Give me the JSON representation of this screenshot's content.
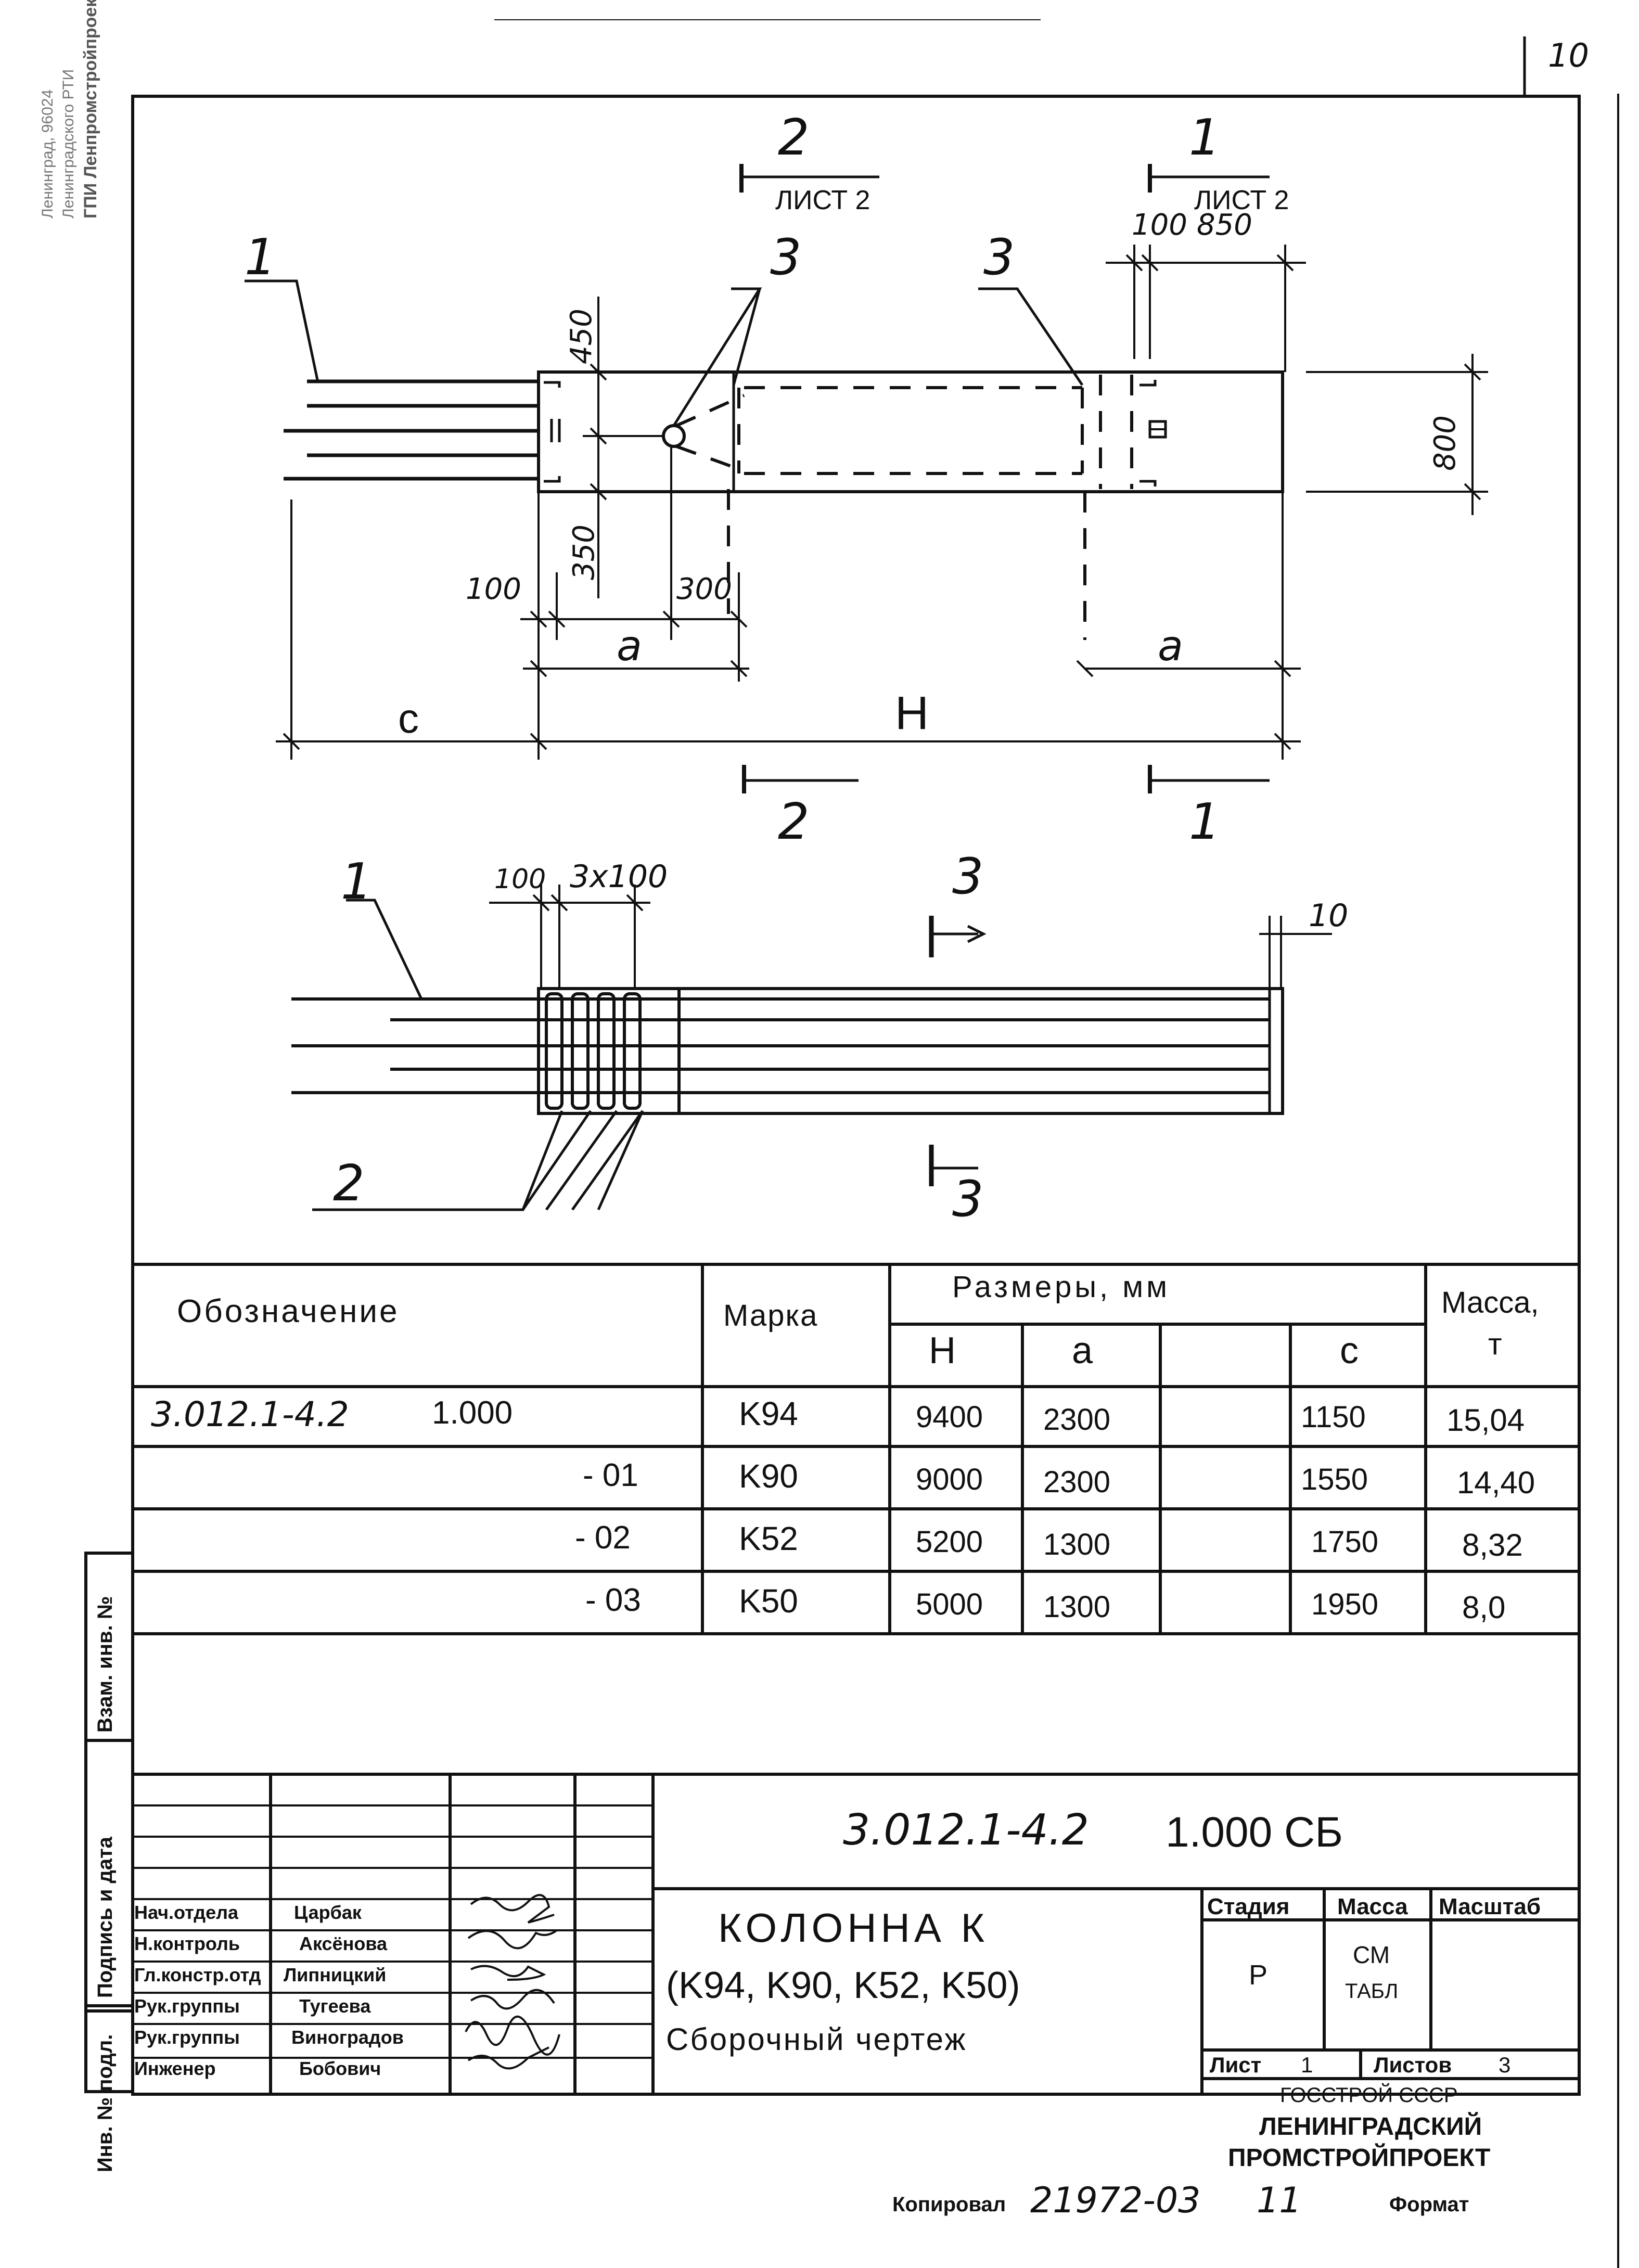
{
  "page_number": "10",
  "side_stamp": {
    "line1": "Ленинград, 96024",
    "line2": "Ленинградского РТИ",
    "line3": "ГПИ Ленпромстройпроект"
  },
  "drawing": {
    "section_2_top": {
      "number": "2",
      "sheet": "ЛИСТ 2"
    },
    "section_1_top": {
      "number": "1",
      "sheet": "ЛИСТ 2"
    },
    "section_2_bottom": "2",
    "section_1_bottom": "1",
    "section_3_top": "3",
    "section_3_bottom": "3",
    "pos_1_top": "1",
    "pos_3_left": "3",
    "pos_3_right": "3",
    "pos_1_bottom": "1",
    "pos_2_bottom": "2",
    "dims": {
      "d100_top": "100",
      "d850": "850",
      "d450": "450",
      "d800": "800",
      "d350": "350",
      "d100_left": "100",
      "d300": "300",
      "a_left": "a",
      "a_right": "a",
      "c": "c",
      "H": "H",
      "d100_plan": "100",
      "d3x100": "3x100",
      "d10": "10"
    }
  },
  "table": {
    "col_designation": "Обозначение",
    "col_mark": "Марка",
    "col_sizes": "Размеры, мм",
    "col_mass": "Масса,",
    "col_mass_unit": "т",
    "sub_H": "H",
    "sub_a": "a",
    "sub_c": "c",
    "rows": [
      {
        "code": "3.012.1-4.2",
        "num": "1.000",
        "mark": "K94",
        "H": "9400",
        "a": "2300",
        "c": "1150",
        "mass": "15,04"
      },
      {
        "code": "",
        "num": "- 01",
        "mark": "K90",
        "H": "9000",
        "a": "2300",
        "c": "1550",
        "mass": "14,40"
      },
      {
        "code": "",
        "num": "- 02",
        "mark": "K52",
        "H": "5200",
        "a": "1300",
        "c": "1750",
        "mass": "8,32"
      },
      {
        "code": "",
        "num": "- 03",
        "mark": "K50",
        "H": "5000",
        "a": "1300",
        "c": "1950",
        "mass": "8,0"
      }
    ]
  },
  "left_margin": {
    "vzam": "Взам. инв. №",
    "podpis": "Подпись и дата",
    "inv": "Инв. № подл."
  },
  "title_block": {
    "doc_code": "3.012.1-4.2",
    "doc_num": "1.000 СБ",
    "title_line1": "КОЛОННА К",
    "title_line2": "(K94, K90, K52, K50)",
    "title_line3": "Сборочный чертеж",
    "stage_label": "Стадия",
    "mass_label": "Масса",
    "scale_label": "Масштаб",
    "stage_value": "Р",
    "mass_value1": "СМ",
    "mass_value2": "ТАБЛ",
    "sheet_label": "Лист",
    "sheet_value": "1",
    "sheets_label": "Листов",
    "sheets_value": "3",
    "org1": "ГОССТРОЙ СССР",
    "org2": "ЛЕНИНГРАДСКИЙ",
    "org3": "ПРОМСТРОЙПРОЕКТ",
    "signers": [
      {
        "role": "Нач.отдела",
        "name": "Царбак"
      },
      {
        "role": "Н.контроль",
        "name": "Аксёнова"
      },
      {
        "role": "Гл.констр.отд",
        "name": "Липницкий"
      },
      {
        "role": "Рук.группы",
        "name": "Тугеева"
      },
      {
        "role": "Рук.группы",
        "name": "Виноградов"
      },
      {
        "role": "Инженер",
        "name": "Бобович"
      }
    ]
  },
  "footer": {
    "copied_label": "Копировал",
    "copied_value": "21972-03",
    "copied_num": "11",
    "format_label": "Формат"
  }
}
